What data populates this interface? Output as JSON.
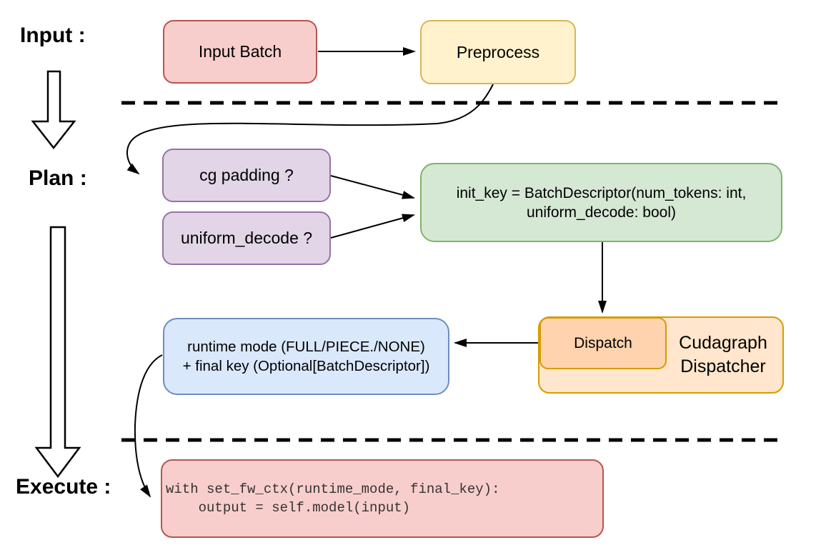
{
  "diagram": {
    "section_labels": {
      "input": "Input :",
      "plan": "Plan :",
      "execute": "Execute :"
    },
    "nodes": {
      "input_batch": {
        "label": "Input Batch",
        "fill": "#f8cecc",
        "stroke": "#b85450"
      },
      "preprocess": {
        "label": "Preprocess",
        "fill": "#fff2cc",
        "stroke": "#d6b656"
      },
      "cg_padding": {
        "label": "cg padding ?",
        "fill": "#e1d5e7",
        "stroke": "#9673a6"
      },
      "uniform_decode": {
        "label": "uniform_decode ?",
        "fill": "#e1d5e7",
        "stroke": "#9673a6"
      },
      "init_key": {
        "line1": "init_key = BatchDescriptor(num_tokens: int,",
        "line2": "uniform_decode: bool)",
        "fill": "#d5e8d4",
        "stroke": "#82b366"
      },
      "dispatch": {
        "label": "Dispatch",
        "fill": "#ffd3ae",
        "stroke": "#d79b00"
      },
      "cudagraph_dispatcher": {
        "line1": "Cudagraph",
        "line2": "Dispatcher",
        "fill": "#ffe6cc",
        "stroke": "#d79b00"
      },
      "runtime_mode": {
        "line1": "runtime mode (FULL/PIECE./NONE)",
        "line2": "+ final key (Optional[BatchDescriptor])",
        "fill": "#dae8fc",
        "stroke": "#6c8ebf"
      },
      "execute_code": {
        "line1": "with set_fw_ctx(runtime_mode, final_key):",
        "line2": "    output = self.model(input)",
        "fill": "#f8cecc",
        "stroke": "#b85450"
      }
    },
    "line_color": "#000000",
    "background": "#ffffff"
  }
}
